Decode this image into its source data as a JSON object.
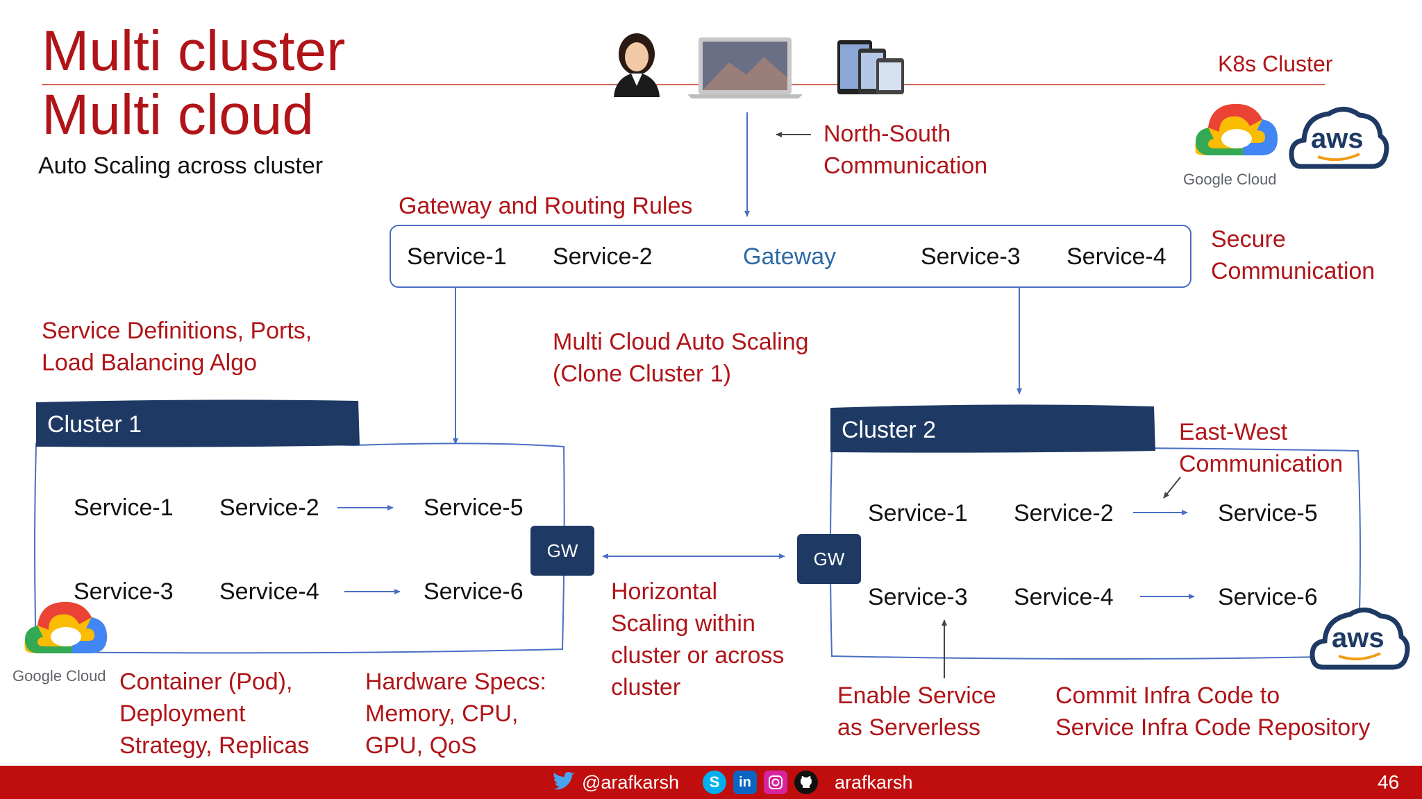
{
  "title": {
    "line1": "Multi cluster",
    "line2": "Multi cloud"
  },
  "subtitle": "Auto Scaling across cluster",
  "k8s_cluster": "K8s Cluster",
  "north_south": {
    "line1": "North-South",
    "line2": "Communication"
  },
  "gateway_rules": "Gateway and Routing Rules",
  "gateway_box": {
    "services_left": [
      "Service-1",
      "Service-2"
    ],
    "gateway": "Gateway",
    "services_right": [
      "Service-3",
      "Service-4"
    ]
  },
  "secure": {
    "line1": "Secure",
    "line2": "Communication"
  },
  "service_defs": {
    "line1": "Service Definitions, Ports,",
    "line2": "Load Balancing Algo"
  },
  "multi_cloud_scaling": {
    "line1": "Multi Cloud Auto Scaling",
    "line2": "(Clone Cluster 1)"
  },
  "cluster1": {
    "label": "Cluster 1",
    "services": [
      "Service-1",
      "Service-2",
      "Service-5",
      "Service-3",
      "Service-4",
      "Service-6"
    ],
    "gw": "GW"
  },
  "cluster2": {
    "label": "Cluster 2",
    "services": [
      "Service-1",
      "Service-2",
      "Service-5",
      "Service-3",
      "Service-4",
      "Service-6"
    ],
    "gw": "GW"
  },
  "east_west": {
    "line1": "East-West",
    "line2": "Communication"
  },
  "horizontal": {
    "lines": [
      "Horizontal",
      "Scaling within",
      "cluster or across",
      "cluster"
    ]
  },
  "container": {
    "lines": [
      "Container (Pod),",
      "Deployment",
      "Strategy, Replicas"
    ]
  },
  "hardware": {
    "lines": [
      "Hardware Specs:",
      "Memory, CPU,",
      "GPU, QoS"
    ]
  },
  "serverless": {
    "lines": [
      "Enable Service",
      "as Serverless"
    ]
  },
  "commit": {
    "lines": [
      "Commit Infra Code to",
      "Service Infra Code Repository"
    ]
  },
  "logos": {
    "google_cloud": "Google Cloud",
    "aws": "aws"
  },
  "footer": {
    "twitter": "@arafkarsh",
    "handle": "arafkarsh",
    "page": "46",
    "icons": [
      "twitter-icon",
      "skype-icon",
      "linkedin-icon",
      "instagram-icon",
      "github-icon"
    ]
  },
  "colors": {
    "accent_red": "#b01418",
    "navy": "#1e3a64",
    "blue_arrow": "#4a6fc4",
    "gateway_blue": "#2e6aa6",
    "footer_red": "#c00d0d"
  }
}
